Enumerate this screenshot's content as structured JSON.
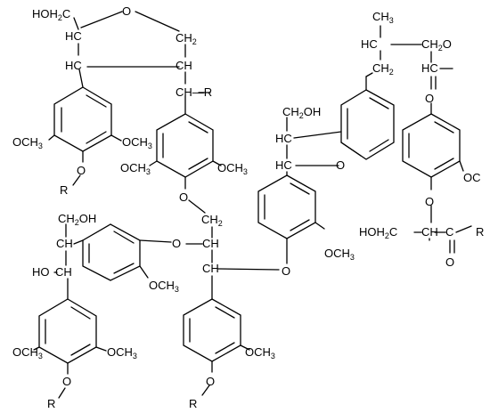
{
  "diagram": {
    "labels": [
      {
        "id": "a01",
        "parts": [
          [
            "HOH",
            ""
          ],
          [
            "2",
            "sub"
          ],
          [
            "C",
            ""
          ]
        ]
      },
      {
        "id": "a02",
        "parts": [
          [
            "O",
            ""
          ]
        ]
      },
      {
        "id": "a03",
        "parts": [
          [
            "HC",
            ""
          ]
        ]
      },
      {
        "id": "a04",
        "parts": [
          [
            "CH",
            ""
          ],
          [
            "2",
            "sub"
          ]
        ]
      },
      {
        "id": "a05",
        "parts": [
          [
            "HC",
            ""
          ]
        ]
      },
      {
        "id": "a06",
        "parts": [
          [
            "CH",
            ""
          ]
        ]
      },
      {
        "id": "a07",
        "parts": [
          [
            "CH",
            ""
          ],
          [
            "—",
            ""
          ],
          [
            "R",
            ""
          ]
        ]
      },
      {
        "id": "a08",
        "parts": [
          [
            "OCH",
            ""
          ],
          [
            "3",
            "sub"
          ]
        ]
      },
      {
        "id": "a09",
        "parts": [
          [
            "OCH",
            ""
          ],
          [
            "3",
            "sub"
          ]
        ]
      },
      {
        "id": "a10",
        "parts": [
          [
            "O",
            ""
          ]
        ]
      },
      {
        "id": "a11",
        "parts": [
          [
            "R",
            ""
          ]
        ]
      },
      {
        "id": "a12",
        "parts": [
          [
            "OCH",
            ""
          ],
          [
            "3",
            "sub"
          ]
        ]
      },
      {
        "id": "a13",
        "parts": [
          [
            "OCH",
            ""
          ],
          [
            "3",
            "sub"
          ]
        ]
      },
      {
        "id": "a14",
        "parts": [
          [
            "O",
            ""
          ]
        ]
      },
      {
        "id": "a15",
        "parts": [
          [
            "CH",
            ""
          ],
          [
            "2",
            "sub"
          ]
        ]
      },
      {
        "id": "a16",
        "parts": [
          [
            "O",
            ""
          ]
        ]
      },
      {
        "id": "a17",
        "parts": [
          [
            "CH",
            ""
          ]
        ]
      },
      {
        "id": "a18",
        "parts": [
          [
            "CH",
            ""
          ],
          [
            "2",
            "sub"
          ],
          [
            "OH",
            ""
          ]
        ]
      },
      {
        "id": "a19",
        "parts": [
          [
            "CH",
            ""
          ]
        ]
      },
      {
        "id": "a20",
        "parts": [
          [
            "HO",
            ""
          ]
        ]
      },
      {
        "id": "a21",
        "parts": [
          [
            "CH",
            ""
          ]
        ]
      },
      {
        "id": "a22",
        "parts": [
          [
            "OCH",
            ""
          ],
          [
            "3",
            "sub"
          ]
        ]
      },
      {
        "id": "a23",
        "parts": [
          [
            "CH",
            ""
          ]
        ]
      },
      {
        "id": "a24",
        "parts": [
          [
            "OCH",
            ""
          ],
          [
            "3",
            "sub"
          ]
        ]
      },
      {
        "id": "a25",
        "parts": [
          [
            "OCH",
            ""
          ],
          [
            "3",
            "sub"
          ]
        ]
      },
      {
        "id": "a26",
        "parts": [
          [
            "O",
            ""
          ]
        ]
      },
      {
        "id": "a27",
        "parts": [
          [
            "R",
            ""
          ]
        ]
      },
      {
        "id": "a28",
        "parts": [
          [
            "OCH",
            ""
          ],
          [
            "3",
            "sub"
          ]
        ]
      },
      {
        "id": "a29",
        "parts": [
          [
            "O",
            ""
          ]
        ]
      },
      {
        "id": "a30",
        "parts": [
          [
            "R",
            ""
          ]
        ]
      },
      {
        "id": "a31",
        "parts": [
          [
            "O",
            ""
          ]
        ]
      },
      {
        "id": "a32",
        "parts": [
          [
            "OCH",
            ""
          ],
          [
            "3",
            "sub"
          ]
        ]
      },
      {
        "id": "a33",
        "parts": [
          [
            "CH",
            ""
          ],
          [
            "2",
            "sub"
          ],
          [
            "OH",
            ""
          ]
        ]
      },
      {
        "id": "a34",
        "parts": [
          [
            "HC",
            ""
          ]
        ]
      },
      {
        "id": "a35",
        "parts": [
          [
            "HC",
            ""
          ]
        ]
      },
      {
        "id": "a36",
        "parts": [
          [
            "O",
            ""
          ]
        ]
      },
      {
        "id": "a37",
        "parts": [
          [
            "CH",
            ""
          ],
          [
            "3",
            "sub"
          ]
        ]
      },
      {
        "id": "a38",
        "parts": [
          [
            "HC",
            ""
          ]
        ]
      },
      {
        "id": "a39",
        "parts": [
          [
            "CH",
            ""
          ],
          [
            "2",
            "sub"
          ],
          [
            "O",
            ""
          ]
        ]
      },
      {
        "id": "a40",
        "parts": [
          [
            "CH",
            ""
          ],
          [
            "2",
            "sub"
          ]
        ]
      },
      {
        "id": "a41",
        "parts": [
          [
            "HC",
            ""
          ]
        ]
      },
      {
        "id": "a42",
        "parts": [
          [
            "O",
            ""
          ]
        ]
      },
      {
        "id": "a43",
        "parts": [
          [
            "OC",
            ""
          ]
        ]
      },
      {
        "id": "a44",
        "parts": [
          [
            "O",
            ""
          ]
        ]
      },
      {
        "id": "a45",
        "parts": [
          [
            "HOH",
            ""
          ],
          [
            "2",
            "sub"
          ],
          [
            "C",
            ""
          ]
        ]
      },
      {
        "id": "a46",
        "parts": [
          [
            "CH",
            ""
          ]
        ]
      },
      {
        "id": "a47",
        "parts": [
          [
            "C",
            ""
          ]
        ]
      },
      {
        "id": "a48",
        "parts": [
          [
            "R",
            ""
          ]
        ]
      },
      {
        "id": "a49",
        "parts": [
          [
            "O",
            ""
          ]
        ]
      }
    ]
  }
}
